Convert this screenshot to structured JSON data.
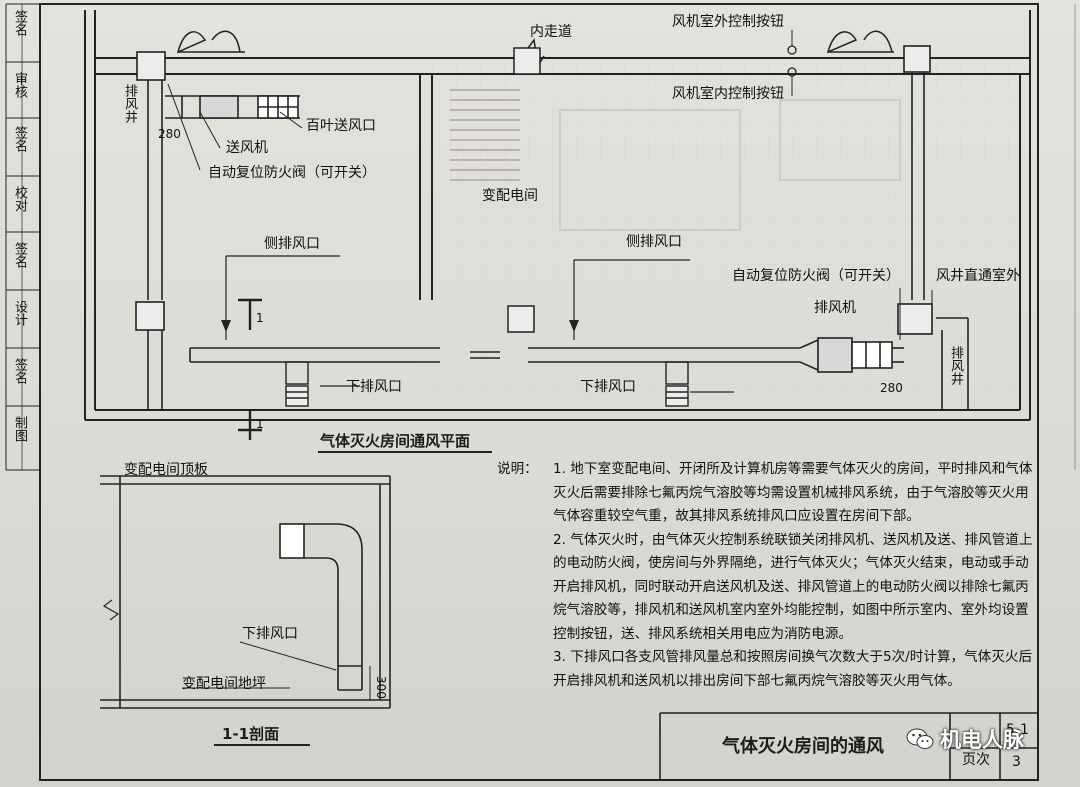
{
  "plan": {
    "corridor": "内走道",
    "exhaust_shaft_left": "排风井",
    "grille": "百叶送风口",
    "supply_fan": "送风机",
    "damper_left": "自动复位防火阀（可开关）",
    "size_280_left": "280",
    "room": "变配电间",
    "side_outlet_left": "侧排风口",
    "side_outlet_mid": "侧排风口",
    "bottom_outlet_left": "下排风口",
    "bottom_outlet_mid": "下排风口",
    "outdoor_button": "风机室外控制按钮",
    "indoor_button": "风机室内控制按钮",
    "damper_right": "自动复位防火阀（可开关）",
    "shaft_direct": "风井直通室外",
    "exhaust_fan": "排风机",
    "exhaust_shaft_right": "排风井",
    "size_280_right": "280",
    "section_mark": "1",
    "section_mark_b": "1",
    "plan_title": "气体灭火房间通风平面"
  },
  "section": {
    "ceiling": "变配电间顶板",
    "floor": "变配电间地坪",
    "outlet": "下排风口",
    "dim": "300",
    "title": "1-1剖面"
  },
  "notes": {
    "head": "说明：",
    "items": [
      "1. 地下室变配电间、开闭所及计算机房等需要气体灭火的房间，平时排风和气体灭火后需要排除七氟丙烷气溶胶等均需设置机械排风系统，由于气溶胶等灭火用气体容重较空气重，故其排风系统排风口应设置在房间下部。",
      "2. 气体灭火时，由气体灭火控制系统联锁关闭排风机、送风机及送、排风管道上的电动防火阀，使房间与外界隔绝，进行气体灭火；气体灭火结束，电动或手动开启排风机，同时联动开启送风机及送、排风管道上的电动防火阀以排除七氟丙烷气溶胶等，排风机和送风机室内室外均能控制，如图中所示室内、室外均设置控制按钮，送、排风系统相关用电应为消防电源。",
      "3. 下排风口各支风管排风量总和按照房间换气次数大于5次/时计算，气体灭火后开启排风机和送风机以排出房间下部七氟丙烷气溶胶等灭火用气体。"
    ]
  },
  "titleblock": {
    "title": "气体灭火房间的通风",
    "page_label": "页次",
    "page_number": "3",
    "code": "5-1"
  },
  "sidebar": {
    "cells": [
      "制图",
      "签名",
      "设计",
      "签名",
      "校对",
      "签名",
      "审核",
      "签名"
    ]
  },
  "watermark": {
    "text": "机电人脉"
  }
}
